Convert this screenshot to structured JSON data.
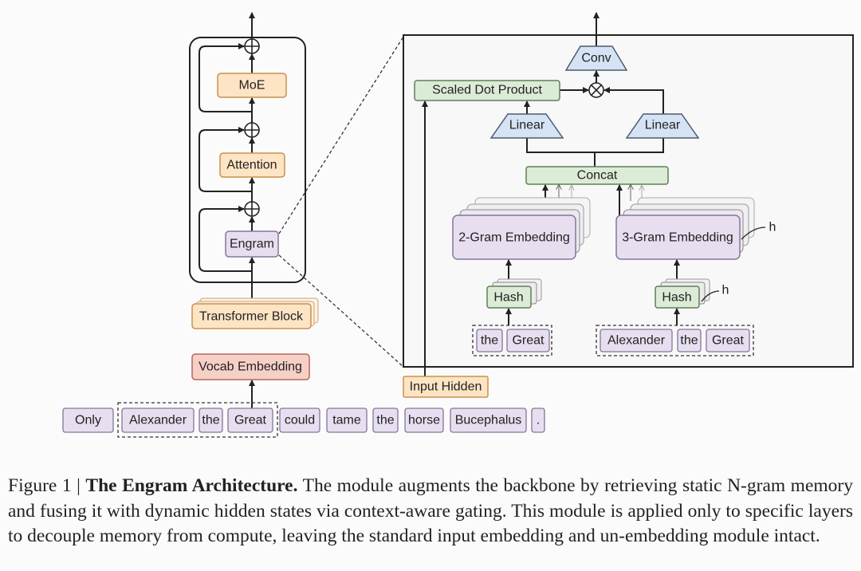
{
  "backbone": {
    "moe": "MoE",
    "attention": "Attention",
    "engram": "Engram",
    "transformer_block": "Transformer Block",
    "vocab_embedding": "Vocab Embedding"
  },
  "tokens": [
    "Only",
    "Alexander",
    "the",
    "Great",
    "could",
    "tame",
    "the",
    "horse",
    "Bucephalus",
    "."
  ],
  "engram_module": {
    "input_hidden": "Input Hidden",
    "conv": "Conv",
    "scaled_dot_product": "Scaled Dot Product",
    "linear_left": "Linear",
    "linear_right": "Linear",
    "concat": "Concat",
    "two_gram": "2-Gram Embedding",
    "three_gram": "3-Gram Embedding",
    "hash_left": "Hash",
    "hash_right": "Hash",
    "heads_label_embedding": "h",
    "heads_label_hash": "h",
    "two_gram_tokens": [
      "the",
      "Great"
    ],
    "three_gram_tokens": [
      "Alexander",
      "the",
      "Great"
    ]
  },
  "caption": {
    "label": "Figure 1 | ",
    "title": "The Engram Architecture.",
    "text": " The module augments the backbone by retrieving static N-gram memory and fusing it with dynamic hidden states via context-aware gating. This module is applied only to specific layers to decouple memory from compute, leaving the standard input embedding and un-embedding module intact."
  },
  "colors": {
    "orange_fill": "#fde4c4",
    "orange_stroke": "#c9914e",
    "purple_fill": "#e7dff0",
    "purple_stroke": "#857699",
    "green_fill": "#dcebd6",
    "green_stroke": "#5f7f58",
    "blue_fill": "#d5e3f4",
    "blue_stroke": "#4c5b70",
    "pink_fill": "#f6d0c6",
    "pink_stroke": "#b5695b"
  }
}
